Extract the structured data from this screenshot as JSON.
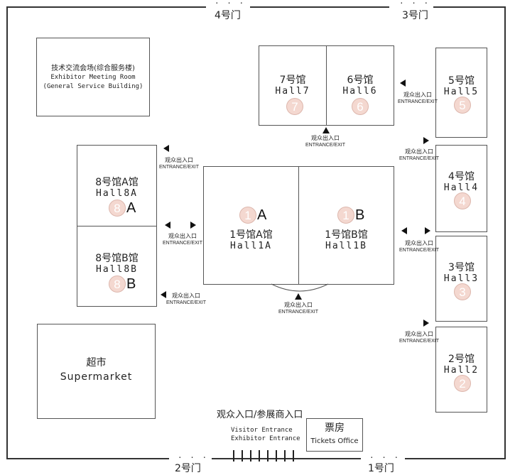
{
  "gates": {
    "gate4": "4号门",
    "gate3": "3号门",
    "gate2": "2号门",
    "gate1": "1号门",
    "dots": "· · ·"
  },
  "meeting_room": {
    "cn": "技术交流会场(综合服务楼)",
    "en1": "Exhibitor Meeting Room",
    "en2": "(General Service Building)"
  },
  "halls": {
    "h7": {
      "cn": "7号馆",
      "en": "Hall7",
      "num": "7"
    },
    "h6": {
      "cn": "6号馆",
      "en": "Hall6",
      "num": "6"
    },
    "h5": {
      "cn": "5号馆",
      "en": "Hall5",
      "num": "5"
    },
    "h4": {
      "cn": "4号馆",
      "en": "Hall4",
      "num": "4"
    },
    "h3": {
      "cn": "3号馆",
      "en": "Hall3",
      "num": "3"
    },
    "h2": {
      "cn": "2号馆",
      "en": "Hall2",
      "num": "2"
    },
    "h8a": {
      "cn": "8号馆A馆",
      "en": "Hall8A",
      "num": "8",
      "suffix": "A"
    },
    "h8b": {
      "cn": "8号馆B馆",
      "en": "Hall8B",
      "num": "8",
      "suffix": "B"
    },
    "h1a": {
      "cn": "1号馆A馆",
      "en": "Hall1A",
      "num": "1",
      "suffix": "A"
    },
    "h1b": {
      "cn": "1号馆B馆",
      "en": "Hall1B",
      "num": "1",
      "suffix": "B"
    }
  },
  "entrance": {
    "cn": "观众出入口",
    "en": "ENTRANCE/EXIT"
  },
  "supermarket": {
    "cn": "超市",
    "en": "Supermarket"
  },
  "main_entrance": {
    "cn": "观众入口/参展商入口",
    "en1": "Visitor Entrance",
    "en2": "Exhibitor Entrance"
  },
  "tickets": {
    "cn": "票房",
    "en": "Tickets Office"
  }
}
